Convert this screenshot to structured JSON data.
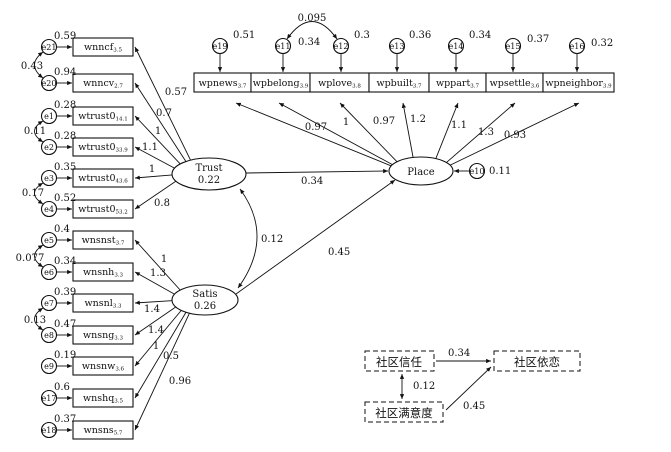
{
  "trust_items": [
    {
      "name": "wnncf",
      "sub": "3.5",
      "err": "e21",
      "r2": "0.59",
      "load": "0.57"
    },
    {
      "name": "wnncv",
      "sub": "2.7",
      "err": "e20",
      "r2": "0.94",
      "load": "0.7"
    },
    {
      "name": "wtrust0",
      "sub": "14.1",
      "err": "e1",
      "r2": "0.28",
      "load": "1"
    },
    {
      "name": "wtrust0",
      "sub": "33.9",
      "err": "e2",
      "r2": "0.28",
      "load": "1.1"
    },
    {
      "name": "wtrust0",
      "sub": "43.6",
      "err": "e3",
      "r2": "0.35",
      "load": "1"
    },
    {
      "name": "wtrust0",
      "sub": "53.2",
      "err": "e4",
      "r2": "0.52",
      "load": "0.8"
    }
  ],
  "satis_items": [
    {
      "name": "wnsnst",
      "sub": "3.7",
      "err": "e5",
      "r2": "0.4",
      "load": "1"
    },
    {
      "name": "wnsnh",
      "sub": "3.3",
      "err": "e6",
      "r2": "0.34",
      "load": "1.3"
    },
    {
      "name": "wnsnl",
      "sub": "3.3",
      "err": "e7",
      "r2": "0.39",
      "load": "1.4"
    },
    {
      "name": "wnsng",
      "sub": "3.3",
      "err": "e8",
      "r2": "0.47",
      "load": "1.4"
    },
    {
      "name": "wnsnw",
      "sub": "3.6",
      "err": "e9",
      "r2": "0.19",
      "load": "1"
    },
    {
      "name": "wnshq",
      "sub": "3.5",
      "err": "e17",
      "r2": "0.6",
      "load": "0.5"
    },
    {
      "name": "wnsns",
      "sub": "5.7",
      "err": "e18",
      "r2": "0.37",
      "load": "0.96"
    }
  ],
  "place_items": [
    {
      "name": "wpnews",
      "sub": "3.7",
      "err": "e19",
      "r2": "0.51",
      "load": "0.97"
    },
    {
      "name": "wpbelong",
      "sub": "3.9",
      "err": "e11",
      "r2": "0.34",
      "load": "1"
    },
    {
      "name": "wplove",
      "sub": "3.8",
      "err": "e12",
      "r2": "0.3",
      "load": "0.97"
    },
    {
      "name": "wpbuilt",
      "sub": "3.7",
      "err": "e13",
      "r2": "0.36",
      "load": "1.2"
    },
    {
      "name": "wppart",
      "sub": "3.7",
      "err": "e14",
      "r2": "0.34",
      "load": "1.1"
    },
    {
      "name": "wpsettle",
      "sub": "3.6",
      "err": "e15",
      "r2": "0.37",
      "load": "1.3"
    },
    {
      "name": "wpneighbor",
      "sub": "3.9",
      "err": "e16",
      "r2": "0.32",
      "load": "0.93"
    }
  ],
  "error_covariances": {
    "e21_e20": "0.43",
    "e1_e2": "0.11",
    "e3_e4": "0.17",
    "e5_e6": "0.077",
    "e7_e8": "0.13",
    "e11_e12": "0.095"
  },
  "latents": {
    "trust": {
      "name": "Trust",
      "r2": "0.22"
    },
    "satis": {
      "name": "Satis",
      "r2": "0.26"
    },
    "place": {
      "name": "Place",
      "err": "e10",
      "r2": "0.11"
    }
  },
  "paths": {
    "trust_place": "0.34",
    "satis_place": "0.45",
    "trust_satis": "0.12"
  },
  "legend": {
    "trust": "社区信任",
    "satis": "社区满意度",
    "place": "社区依恋",
    "trust_place": "0.34",
    "trust_satis": "0.12",
    "satis_place": "0.45"
  }
}
